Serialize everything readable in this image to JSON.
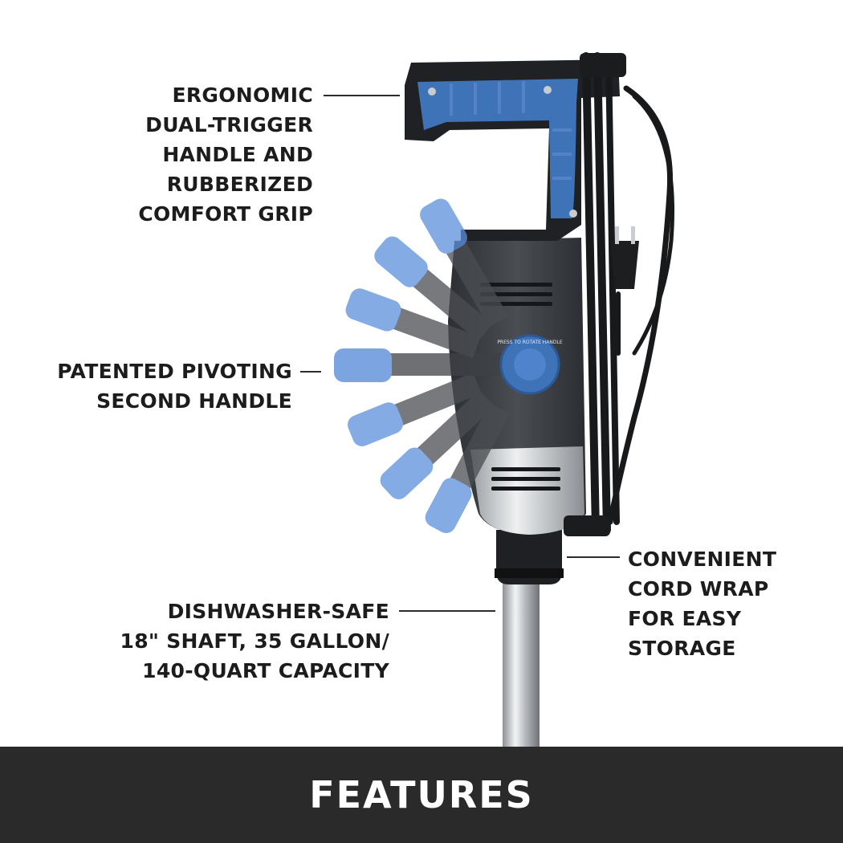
{
  "callouts": {
    "handle": {
      "lines": [
        "ERGONOMIC",
        "DUAL-TRIGGER",
        "HANDLE AND",
        "RUBBERIZED",
        "COMFORT GRIP"
      ]
    },
    "pivot": {
      "lines": [
        "PATENTED PIVOTING",
        "SECOND HANDLE"
      ]
    },
    "cord": {
      "lines": [
        "CONVENIENT",
        "CORD WRAP",
        "FOR EASY",
        "STORAGE"
      ]
    },
    "shaft": {
      "lines": [
        "DISHWASHER-SAFE",
        "18\" SHAFT, 35 GALLON/",
        "140-QUART CAPACITY"
      ]
    }
  },
  "product": {
    "pivot_badge_text": "PRESS TO ROTATE HANDLE"
  },
  "footer": {
    "title": "FEATURES"
  },
  "colors": {
    "accent_blue": "#3f73b8",
    "body_dark": "#3b3f44",
    "footer_bg": "#2a2a2a",
    "text": "#1c1c1c"
  }
}
